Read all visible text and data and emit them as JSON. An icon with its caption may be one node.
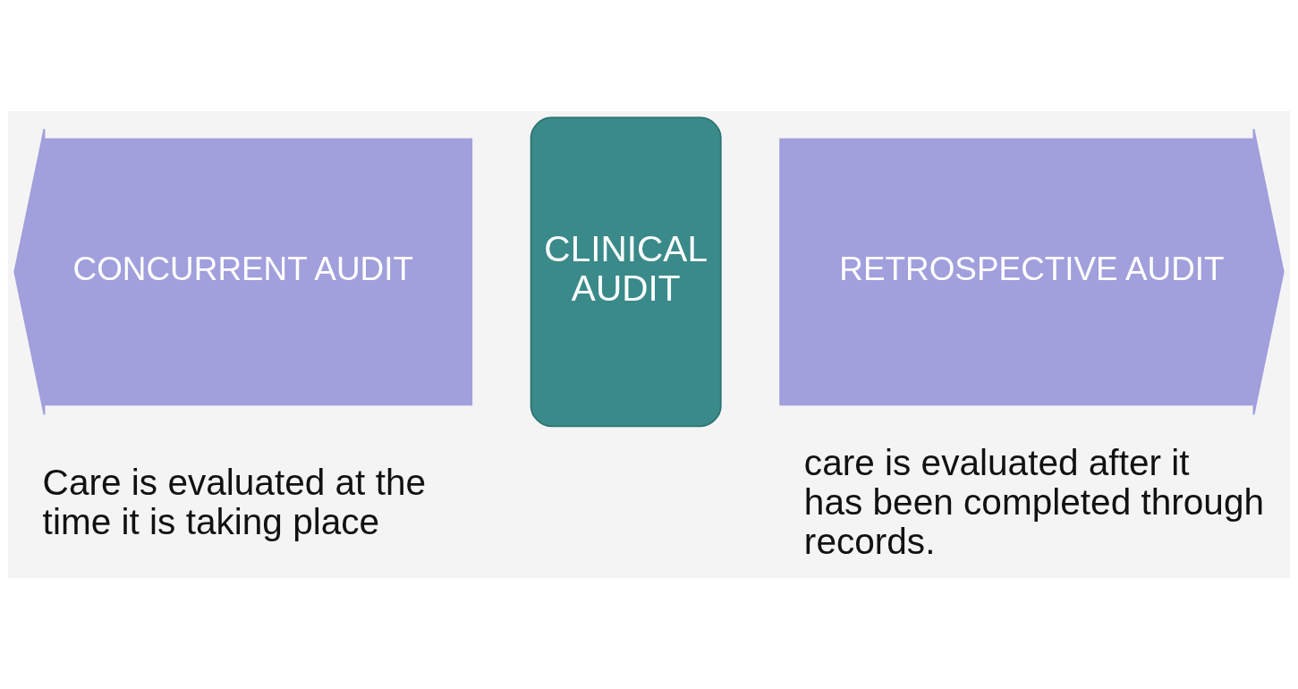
{
  "diagram": {
    "nodes": [
      {
        "text": [
          "CONCURRENT AUDIT"
        ],
        "beside": [
          "Care is evaluated at the time it is taking place"
        ]
      },
      {
        "text": [
          "CLINICAL AUDIT"
        ]
      },
      {
        "text": [
          "RETROSPECTIVE AUDIT"
        ],
        "beside": [
          "care is evaluated after it has been completed through records."
        ]
      }
    ]
  }
}
